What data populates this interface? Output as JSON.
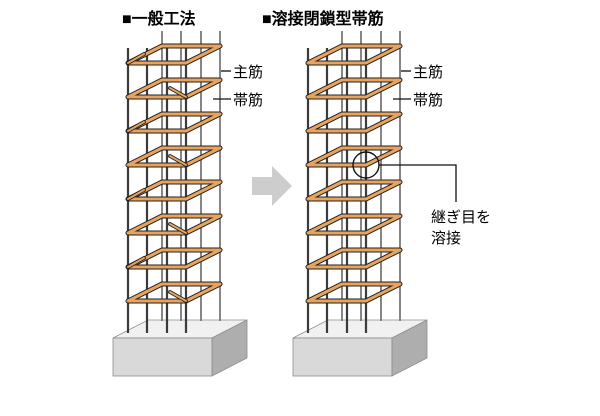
{
  "headers": {
    "left": "■一般工法",
    "right": "■溶接閉鎖型帯筋"
  },
  "labels": {
    "main_bar": "主筋",
    "hoop_bar": "帯筋",
    "weld_line1": "継ぎ目を",
    "weld_line2": "溶接"
  },
  "colors": {
    "hoop": "#E8A45E",
    "bar_front": "#3B3B3B",
    "bar_back": "#787878",
    "base_top": "#F1F1F1",
    "base_front": "#D9D9D9",
    "base_side": "#AEAEAE",
    "arrow": "#CDCDCD"
  }
}
